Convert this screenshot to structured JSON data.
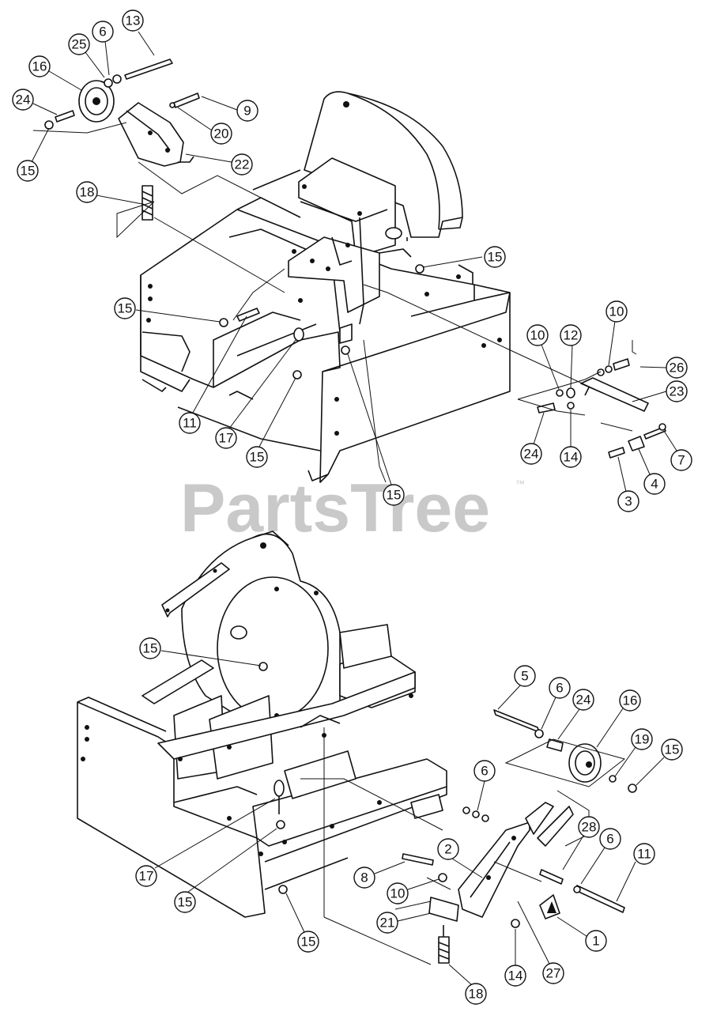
{
  "watermark": {
    "text": "PartsTree",
    "trademark": "™"
  },
  "callouts": {
    "c13": "13",
    "c6a": "6",
    "c25": "25",
    "c16a": "16",
    "c24a": "24",
    "c15a": "15",
    "c9": "9",
    "c20": "20",
    "c22": "22",
    "c18a": "18",
    "c15b": "15",
    "c15c": "15",
    "c11a": "11",
    "c17a": "17",
    "c15d": "15",
    "c15e": "15",
    "c10a": "10",
    "c12": "12",
    "c10b": "10",
    "c26": "26",
    "c23": "23",
    "c24b": "24",
    "c14a": "14",
    "c7": "7",
    "c4": "4",
    "c3": "3",
    "c15f": "15",
    "c5": "5",
    "c6b": "6",
    "c24c": "24",
    "c16b": "16",
    "c19": "19",
    "c15g": "15",
    "c6c": "6",
    "c2": "2",
    "c28": "28",
    "c6d": "6",
    "c11b": "11",
    "c8": "8",
    "c10c": "10",
    "c17b": "17",
    "c15h": "15",
    "c21": "21",
    "c15i": "15",
    "c14b": "14",
    "c27": "27",
    "c1": "1",
    "c18b": "18"
  }
}
